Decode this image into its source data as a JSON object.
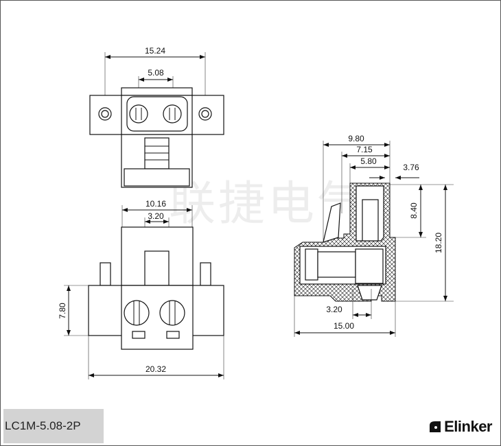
{
  "title": "LC1M-5.08-2P",
  "brand": "Elinker",
  "watermark": "联捷电气",
  "top_view": {
    "dims": {
      "overall_pitch": "15.24",
      "pitch": "5.08"
    }
  },
  "front_view": {
    "dims": {
      "width": "10.16",
      "slot": "3.20",
      "height": "7.80",
      "overall": "20.32"
    }
  },
  "side_view": {
    "dims": {
      "d1": "9.80",
      "d2": "7.15",
      "d3": "5.80",
      "d4": "3.76",
      "h1": "8.40",
      "h2": "18.20",
      "b1": "3.20",
      "b2": "15.00"
    }
  }
}
